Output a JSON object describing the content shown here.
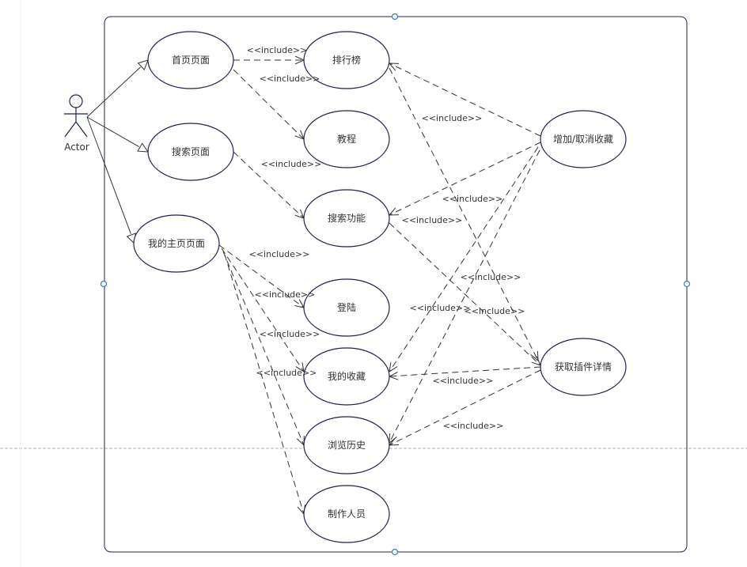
{
  "diagram": {
    "actor": {
      "label": "Actor"
    },
    "use_cases": [
      {
        "id": "home",
        "label": "首页页面"
      },
      {
        "id": "search_page",
        "label": "搜索页面"
      },
      {
        "id": "my_home",
        "label": "我的主页页面"
      },
      {
        "id": "ranking",
        "label": "排行榜"
      },
      {
        "id": "tutorial",
        "label": "教程"
      },
      {
        "id": "search_func",
        "label": "搜索功能"
      },
      {
        "id": "login",
        "label": "登陆"
      },
      {
        "id": "my_fav",
        "label": "我的收藏"
      },
      {
        "id": "history",
        "label": "浏览历史"
      },
      {
        "id": "staff",
        "label": "制作人员"
      },
      {
        "id": "toggle_fav",
        "label": "增加/取消收藏"
      },
      {
        "id": "plugin_detail",
        "label": "获取插件详情"
      }
    ],
    "associations": [
      {
        "from": "actor",
        "to": "home"
      },
      {
        "from": "actor",
        "to": "search_page"
      },
      {
        "from": "actor",
        "to": "my_home"
      }
    ],
    "includes": [
      {
        "from": "home",
        "to": "ranking",
        "label": "<<include>>"
      },
      {
        "from": "home",
        "to": "tutorial",
        "label": "<<include>>"
      },
      {
        "from": "search_page",
        "to": "search_func",
        "label": "<<include>>"
      },
      {
        "from": "my_home",
        "to": "login",
        "label": "<<include>>"
      },
      {
        "from": "my_home",
        "to": "my_fav",
        "label": "<<include>>"
      },
      {
        "from": "my_home",
        "to": "history",
        "label": "<<include>>"
      },
      {
        "from": "my_home",
        "to": "staff",
        "label": "<<include>>"
      },
      {
        "from": "toggle_fav",
        "to": "ranking",
        "label": "<<include>>"
      },
      {
        "from": "toggle_fav",
        "to": "search_func",
        "label": "<<include>>"
      },
      {
        "from": "toggle_fav",
        "to": "my_fav",
        "label": "<<include>>"
      },
      {
        "from": "toggle_fav",
        "to": "history",
        "label": "<<include>>"
      },
      {
        "from": "ranking",
        "to": "plugin_detail",
        "label": "<<include>>"
      },
      {
        "from": "search_func",
        "to": "plugin_detail",
        "label": "<<include>>"
      },
      {
        "from": "plugin_detail",
        "to": "my_fav",
        "label": "<<include>>"
      },
      {
        "from": "plugin_detail",
        "to": "history",
        "label": "<<include>>"
      }
    ],
    "colors": {
      "ellipse_stroke": "#1f2350",
      "line": "#333333",
      "frame": "#1f2350",
      "handle": "#2a7de1",
      "guide": "#b0b0b0"
    }
  }
}
